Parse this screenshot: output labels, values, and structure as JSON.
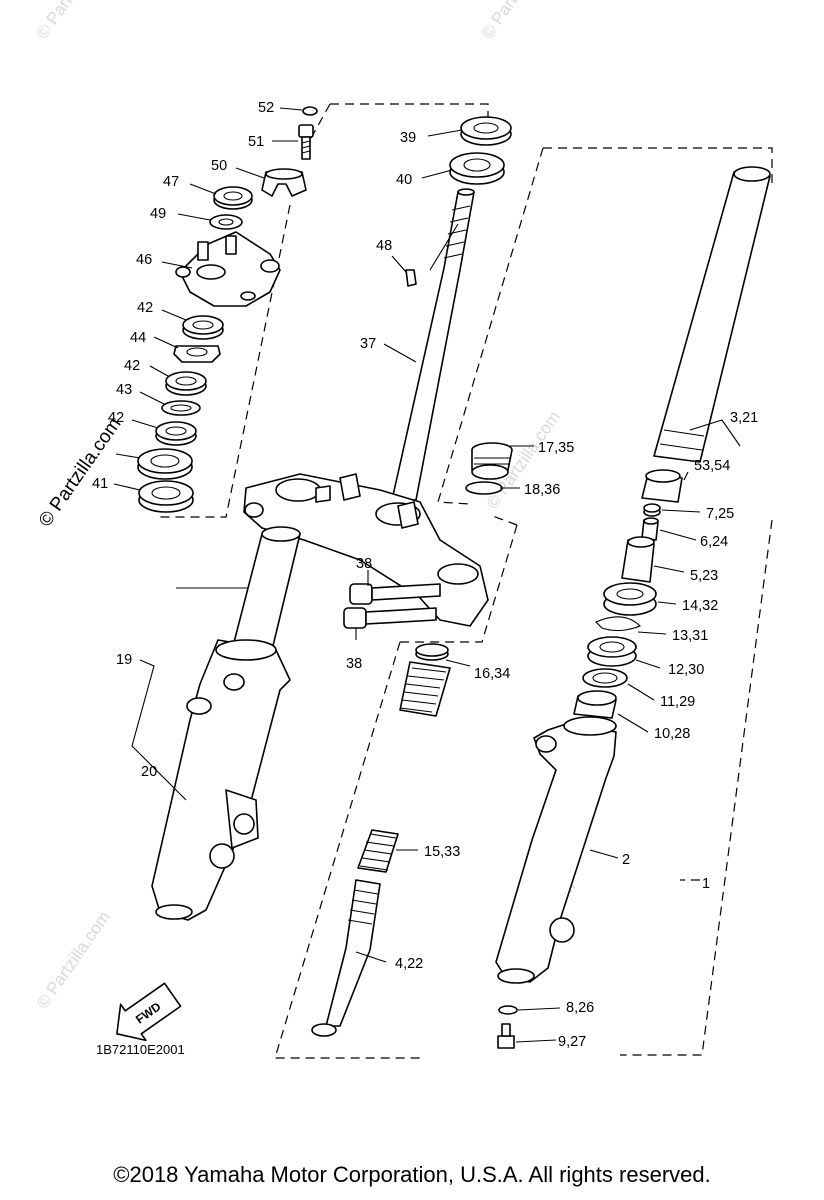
{
  "diagram": {
    "callouts": {
      "c52": "52",
      "c51": "51",
      "c50": "50",
      "c47": "47",
      "c49": "49",
      "c46": "46",
      "c42a": "42",
      "c44": "44",
      "c42b": "42",
      "c43": "43",
      "c42c": "42",
      "c41": "41",
      "c39": "39",
      "c40": "40",
      "c48": "48",
      "c37": "37",
      "c17_35": "17,35",
      "c18_36": "18,36",
      "c38a": "38",
      "c38b": "38",
      "c19": "19",
      "c20": "20",
      "c16_34": "16,34",
      "c15_33": "15,33",
      "c4_22": "4,22",
      "c3_21": "3,21",
      "c53_54": "53,54",
      "c7_25": "7,25",
      "c6_24": "6,24",
      "c5_23": "5,23",
      "c14_32": "14,32",
      "c13_31": "13,31",
      "c12_30": "12,30",
      "c11_29": "11,29",
      "c10_28": "10,28",
      "c2": "2",
      "c1": "1",
      "c8_26": "8,26",
      "c9_27": "9,27"
    },
    "fwd_label": "FWD",
    "drawing_code": "1B72110E2001",
    "watermark": "© Partzilla.com",
    "watermark_faint": "© Partzilla.com"
  },
  "footer": {
    "copyright": "©2018 Yamaha Motor Corporation, U.S.A. All rights reserved."
  }
}
